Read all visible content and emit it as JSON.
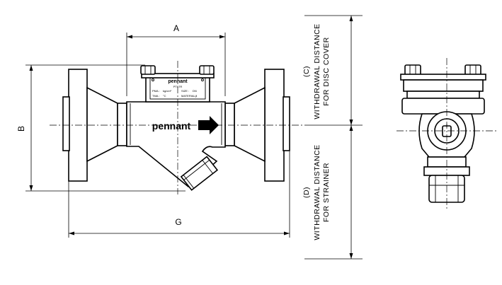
{
  "dimensions": {
    "a": "A",
    "b": "B",
    "g": "G",
    "c_line1": "(C)",
    "c_line2": "WITHDRAWAL DISTANCE",
    "c_line3": "FOR DISC COVER",
    "d_line1": "(D)",
    "d_line2": "WITHDRAWAL DISTANCE",
    "d_line3": "FOR STRAINER"
  },
  "nameplate": {
    "brand": "pennant",
    "model": "PT17R",
    "field1": "PMA :",
    "field1_value": "kg/cm²",
    "field2": "SIZE :",
    "field2_value": "DN",
    "field3": "TMA :",
    "field3_value": "°C",
    "field4": "MATERIAL :",
    "field4_value": "β"
  },
  "body_brand": "pennant"
}
